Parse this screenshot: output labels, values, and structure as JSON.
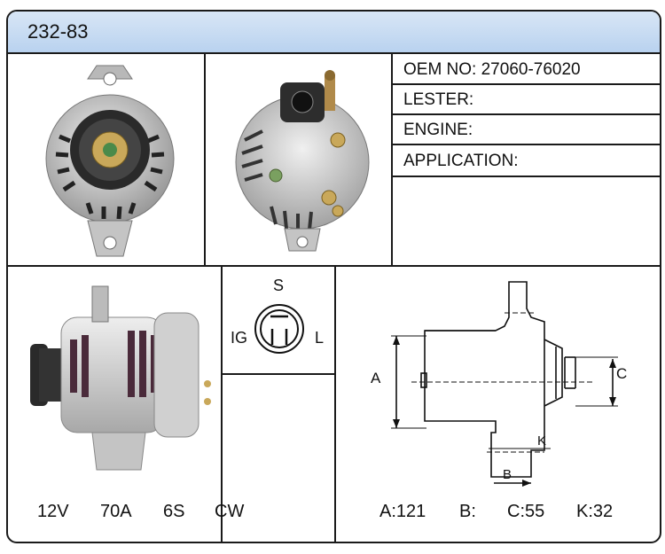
{
  "header": {
    "part_number": "232-83"
  },
  "info": {
    "oem": "OEM NO: 27060-76020",
    "lester": "LESTER:",
    "engine": "ENGINE:",
    "application": "APPLICATION:"
  },
  "connector": {
    "top": "S",
    "left": "IG",
    "right": "L"
  },
  "dimension_labels": {
    "a": "A",
    "b": "B",
    "c": "C",
    "k": "K"
  },
  "specs": {
    "voltage": "12V",
    "amperage": "70A",
    "pulley": "6S",
    "rotation": "CW"
  },
  "dimensions": {
    "a": "A:121",
    "b": "B:",
    "c": "C:55",
    "k": "K:32"
  },
  "images": {
    "front_view": "alternator-front-photo",
    "rear_view": "alternator-rear-photo",
    "side_view": "alternator-side-photo"
  }
}
